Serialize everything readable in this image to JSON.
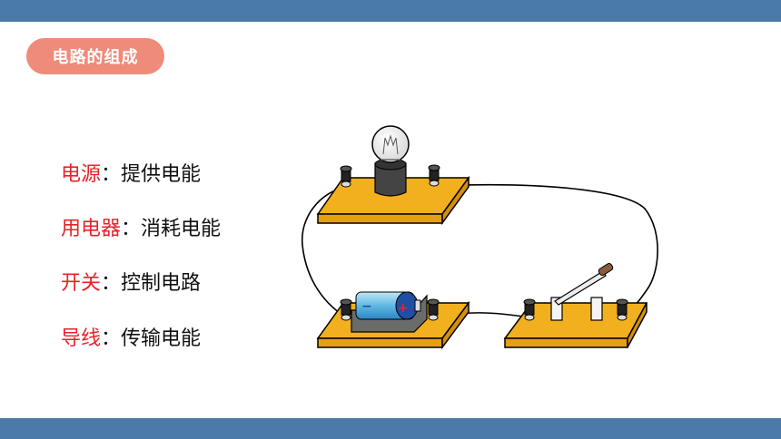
{
  "slide": {
    "title": "电路的组成",
    "colors": {
      "bar": "#4a7aa8",
      "pill": "#ee8b7a",
      "term": "#e8222a",
      "board": "#f2b01e"
    },
    "items": [
      {
        "term": "电源",
        "sep": "：",
        "desc": "提供电能"
      },
      {
        "term": "用电器",
        "sep": "：",
        "desc": "消耗电能"
      },
      {
        "term": "开关",
        "sep": "：",
        "desc": "控制电路"
      },
      {
        "term": "导线",
        "sep": "：",
        "desc": "传输电能"
      }
    ],
    "battery": {
      "neg_label": "−",
      "pos_label": "+"
    }
  }
}
